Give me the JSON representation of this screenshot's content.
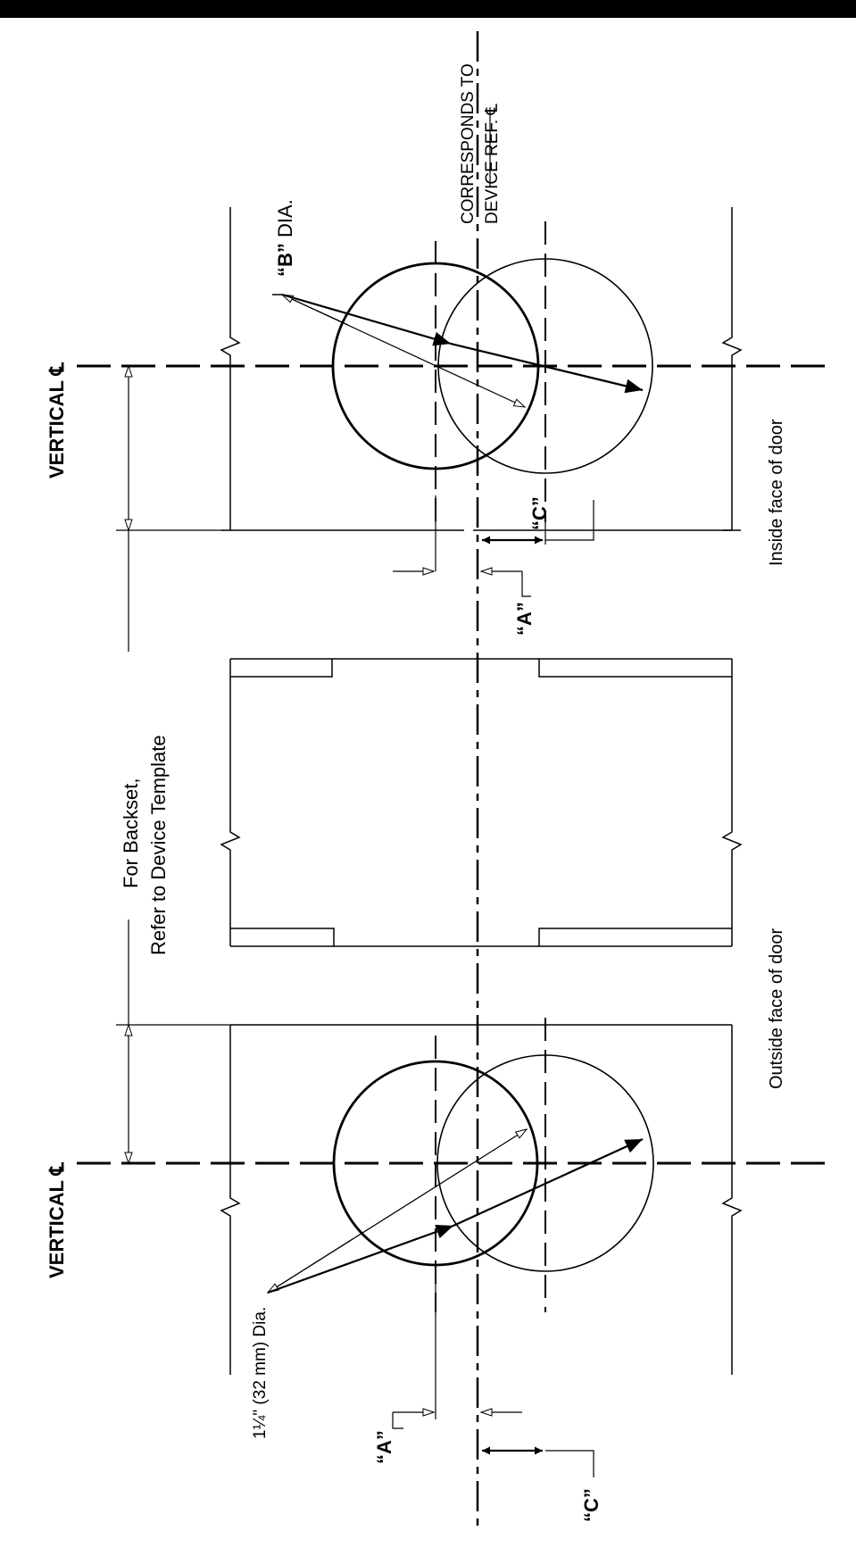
{
  "labels": {
    "vertical_cl_top": "VERTICAL ℄",
    "vertical_cl_bottom": "VERTICAL ℄",
    "corresponds_line1": "CORRESPONDS TO",
    "corresponds_line2": "DEVICE REF. ℄",
    "b_quote": "“B”",
    "b_dia": " DIA.",
    "inside_face": "Inside face of door",
    "outside_face": "Outside face of door",
    "backset_line1": "For Backset,",
    "backset_line2": "Refer to Device Template",
    "c_top": "“C”",
    "a_top": "“A”",
    "hole_dia": "1¼\" (32 mm) Dia.",
    "a_bottom": "“A”",
    "c_bottom": "“C”"
  }
}
